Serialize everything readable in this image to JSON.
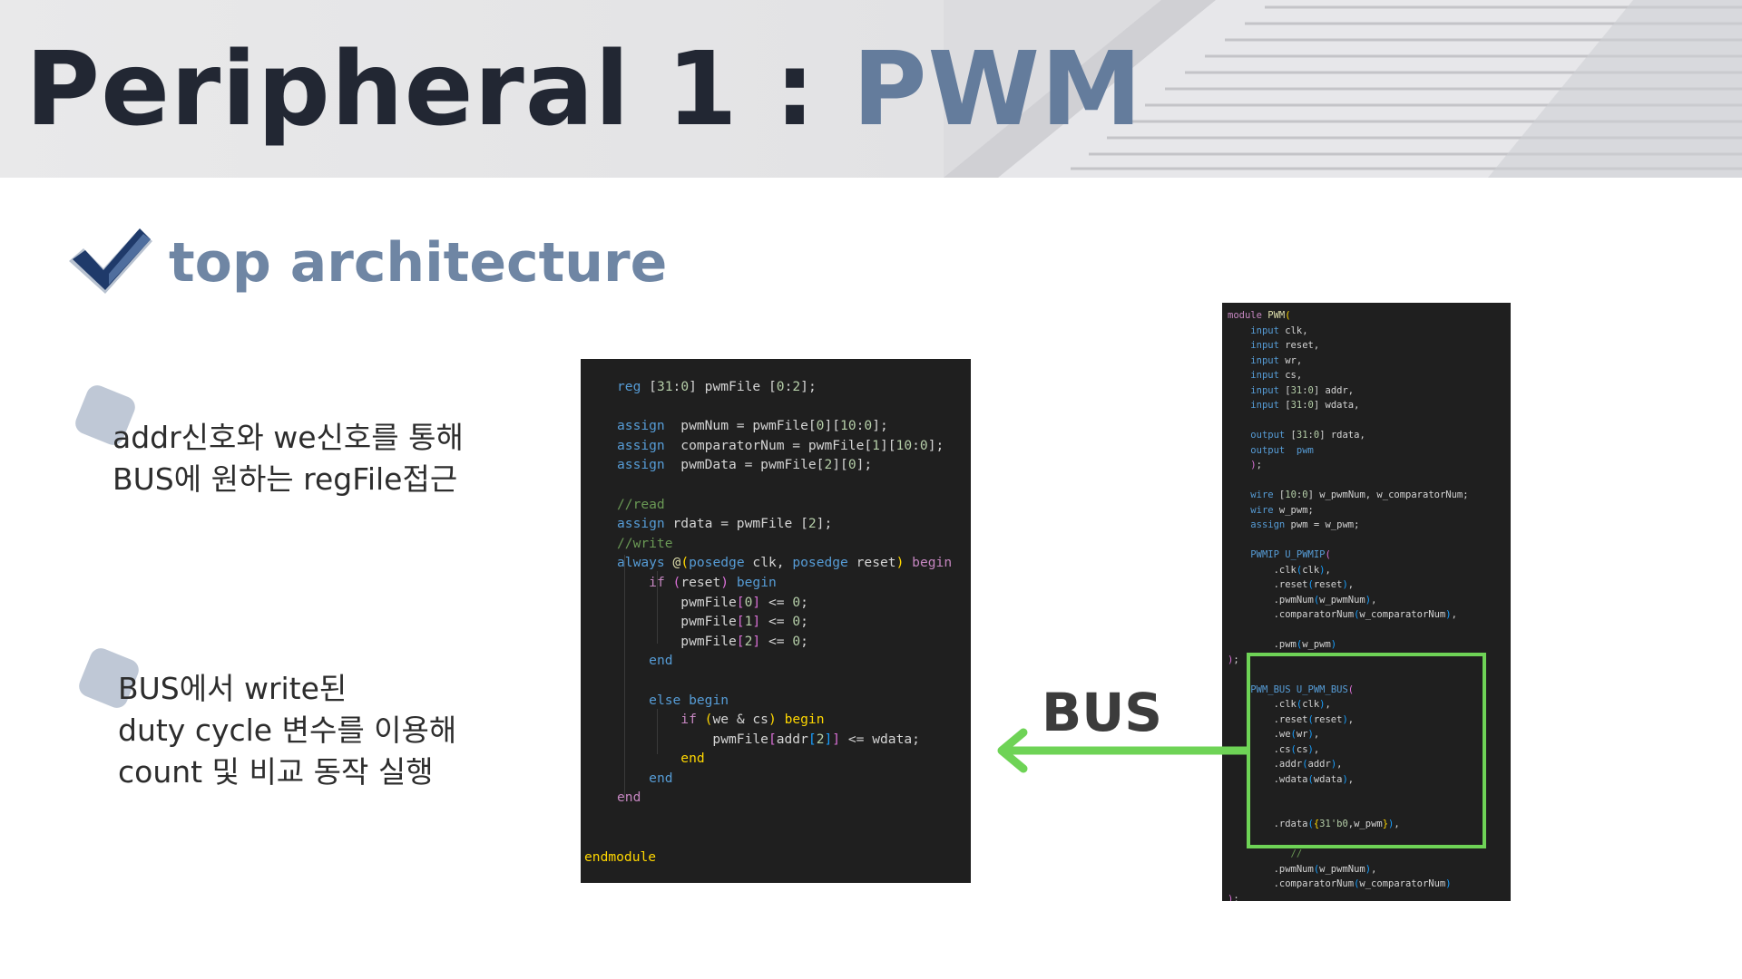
{
  "header": {
    "title_main": "Peripheral 1 : ",
    "title_accent": "PWM"
  },
  "section": {
    "title": "top architecture"
  },
  "bullets": [
    {
      "lines": [
        "addr신호와 we신호를 통해",
        "BUS에 원하는 regFile접근"
      ]
    },
    {
      "lines": [
        "BUS에서 write된",
        "duty cycle 변수를 이용해",
        "count 및 비교 동작 실행"
      ]
    }
  ],
  "bus_label": "BUS",
  "code_left": {
    "end_label": "endmodule"
  },
  "colors": {
    "accent": "#647c9c",
    "highlight": "#6ed356",
    "code_bg": "#1f1f1f"
  },
  "icons": {
    "section": "checkmark-icon",
    "bullet": "rounded-square-icon",
    "arrow": "arrow-left-icon"
  }
}
